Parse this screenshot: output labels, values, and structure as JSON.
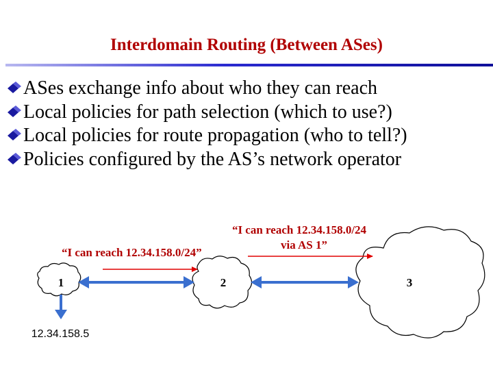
{
  "slide": {
    "title": "Interdomain Routing (Between ASes)",
    "bullets": [
      "ASes exchange info about who they can reach",
      "Local policies for path selection (which to use?)",
      "Local policies for route propagation (who to tell?)",
      "Policies configured by the AS’s network operator"
    ]
  },
  "diagram": {
    "nodes": [
      "1",
      "2",
      "3"
    ],
    "announce_1": "“I can reach 12.34.158.0/24”",
    "announce_2_line1": "“I can reach 12.34.158.0/24",
    "announce_2_line2": "via AS 1”",
    "host_address": "12.34.158.5"
  },
  "colors": {
    "title": "#b00000",
    "arrow_blue": "#3a6fcf",
    "arrow_red": "#e00000",
    "bullet_icon": "#1a1aa0"
  }
}
